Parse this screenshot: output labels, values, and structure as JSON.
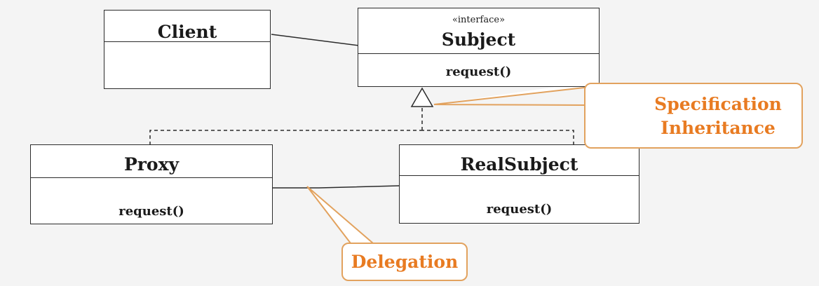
{
  "classes": {
    "client": {
      "name": "Client"
    },
    "subject": {
      "stereotype": "«interface»",
      "name": "Subject",
      "operation": "request()"
    },
    "proxy": {
      "name": "Proxy",
      "operation": "request()"
    },
    "real_subject": {
      "name": "RealSubject",
      "operation": "request()"
    }
  },
  "callouts": {
    "specification_inheritance": {
      "line1": "Specification",
      "line2": "Inheritance"
    },
    "delegation": {
      "label": "Delegation"
    }
  },
  "colors": {
    "line": "#2b2b2b",
    "callout_border": "#e2a25e",
    "callout_text": "#e87b22"
  }
}
